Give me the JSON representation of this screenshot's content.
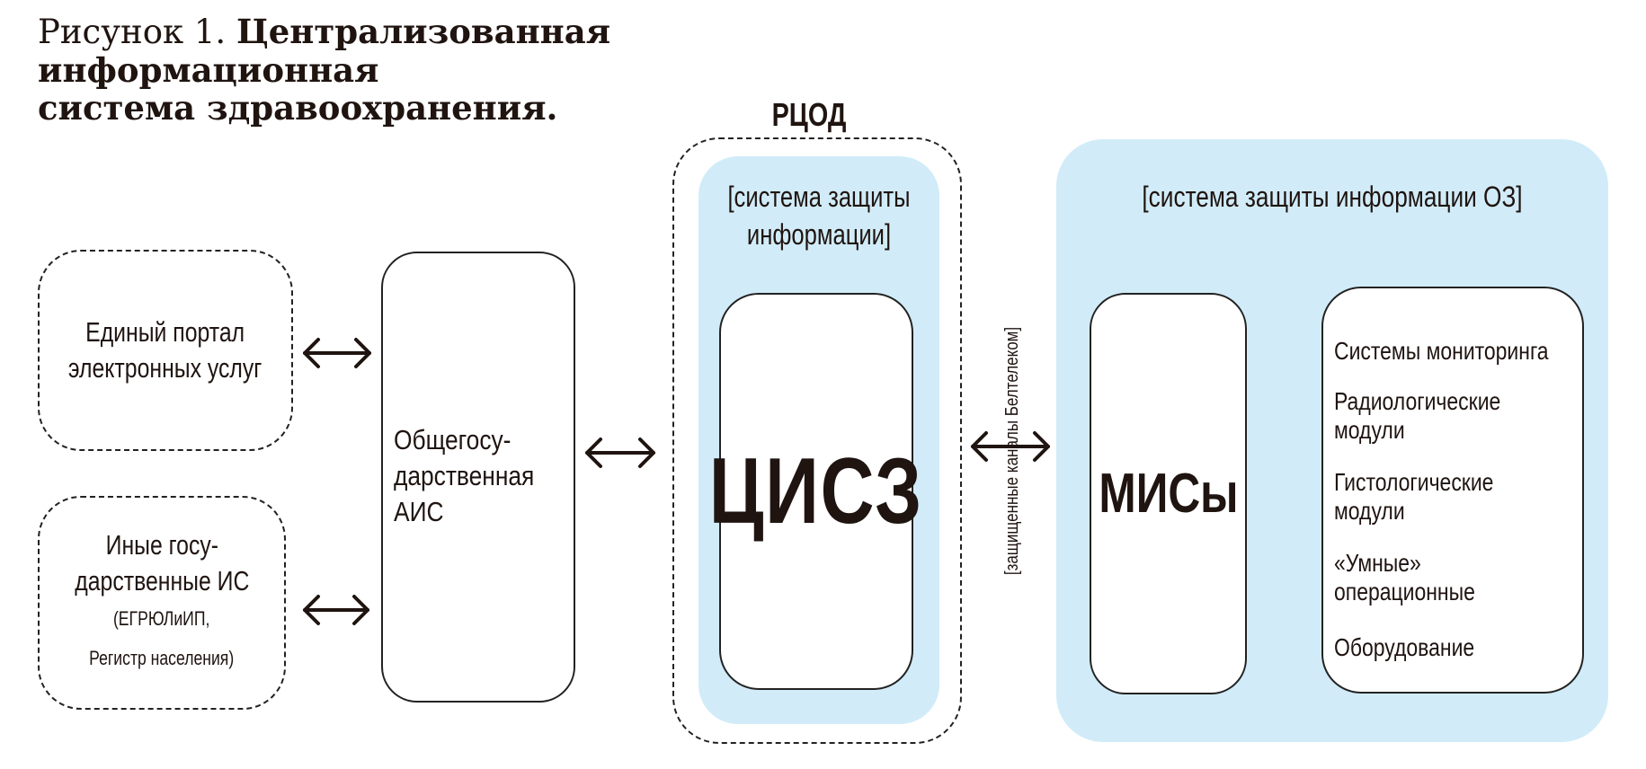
{
  "figure": {
    "prefix": "Рисунок 1. ",
    "title_line1": "Централизованная",
    "title_line2": "информационная",
    "title_line3": "система здравоохранения."
  },
  "left": {
    "portal": "Единый портал\nэлектронных услуг",
    "other_is_title": "Иные госу-\nдарственные ИС",
    "other_is_note": "(ЕГРЮЛиИП,\nРегистр населения)",
    "ais": "Общегосу-\nдарственная\nАИС"
  },
  "center": {
    "rcod": "РЦОД",
    "protection": "[система защиты\nинформации]",
    "cisz": "ЦИСЗ",
    "channels": "[защищенные каналы Белтелеком]"
  },
  "right": {
    "protection": "[система защиты информации ОЗ]",
    "mis": "МИСы",
    "items": [
      "Системы мониторинга",
      "Радиологические\nмодули",
      "Гистологические\nмодули",
      "«Умные»\nоперационные",
      "Оборудование"
    ]
  },
  "colors": {
    "background": "#ffffff",
    "protection_zone": "#d1ecf8",
    "ink": "#1f1410"
  }
}
